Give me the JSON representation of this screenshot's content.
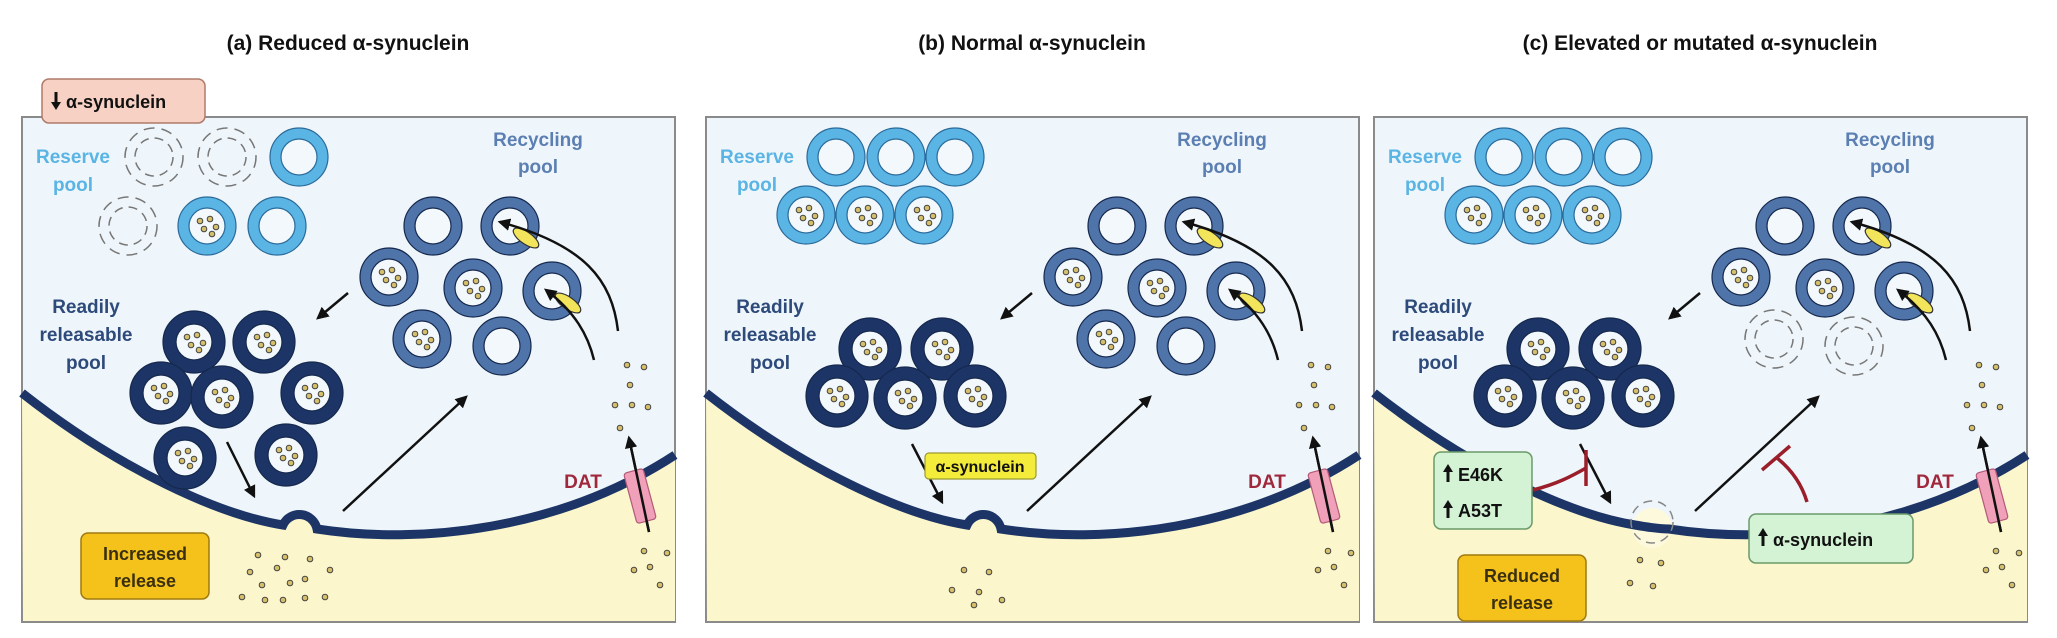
{
  "panels": [
    {
      "title": "(a) Reduced α-synuclein",
      "reserve_label": [
        "Reserve",
        "pool"
      ],
      "recycling_label": [
        "Recycling",
        "pool"
      ],
      "rrp_label": [
        "Readily",
        "releasable",
        "pool"
      ],
      "dat_label": "DAT",
      "tag": {
        "arrow": "down",
        "text": "α-synuclein"
      },
      "release_label": [
        "Increased",
        "release"
      ]
    },
    {
      "title": "(b) Normal α-synuclein",
      "reserve_label": [
        "Reserve",
        "pool"
      ],
      "recycling_label": [
        "Recycling",
        "pool"
      ],
      "rrp_label": [
        "Readily",
        "releasable",
        "pool"
      ],
      "dat_label": "DAT",
      "synuclein_tag": "α-synuclein"
    },
    {
      "title": "(c) Elevated or mutated α-synuclein",
      "reserve_label": [
        "Reserve",
        "pool"
      ],
      "recycling_label": [
        "Recycling",
        "pool"
      ],
      "rrp_label": [
        "Readily",
        "releasable",
        "pool"
      ],
      "dat_label": "DAT",
      "mutations": [
        {
          "arrow": "up",
          "text": "E46K"
        },
        {
          "arrow": "up",
          "text": "A53T"
        }
      ],
      "elevated_tag": {
        "arrow": "up",
        "text": "α-synuclein"
      },
      "release_label": [
        "Reduced",
        "release"
      ]
    }
  ],
  "colors": {
    "reserve": "#5ab4e4",
    "recycling": "#4f74aa",
    "readily_releasable": "#1d3566",
    "membrane": "#1d3566",
    "cytoplasm": "#eff6fb",
    "synaptic_cleft": "#fbf6cc",
    "release_box": "#f5c21b",
    "reduced_tag": "#f7d2c4",
    "normal_tag": "#f4ec3a",
    "elevated_tag": "#d4f2d4",
    "inhibition": "#9a1f2a",
    "dat": "#f0a0b8",
    "dat_label": "#a0283c"
  }
}
